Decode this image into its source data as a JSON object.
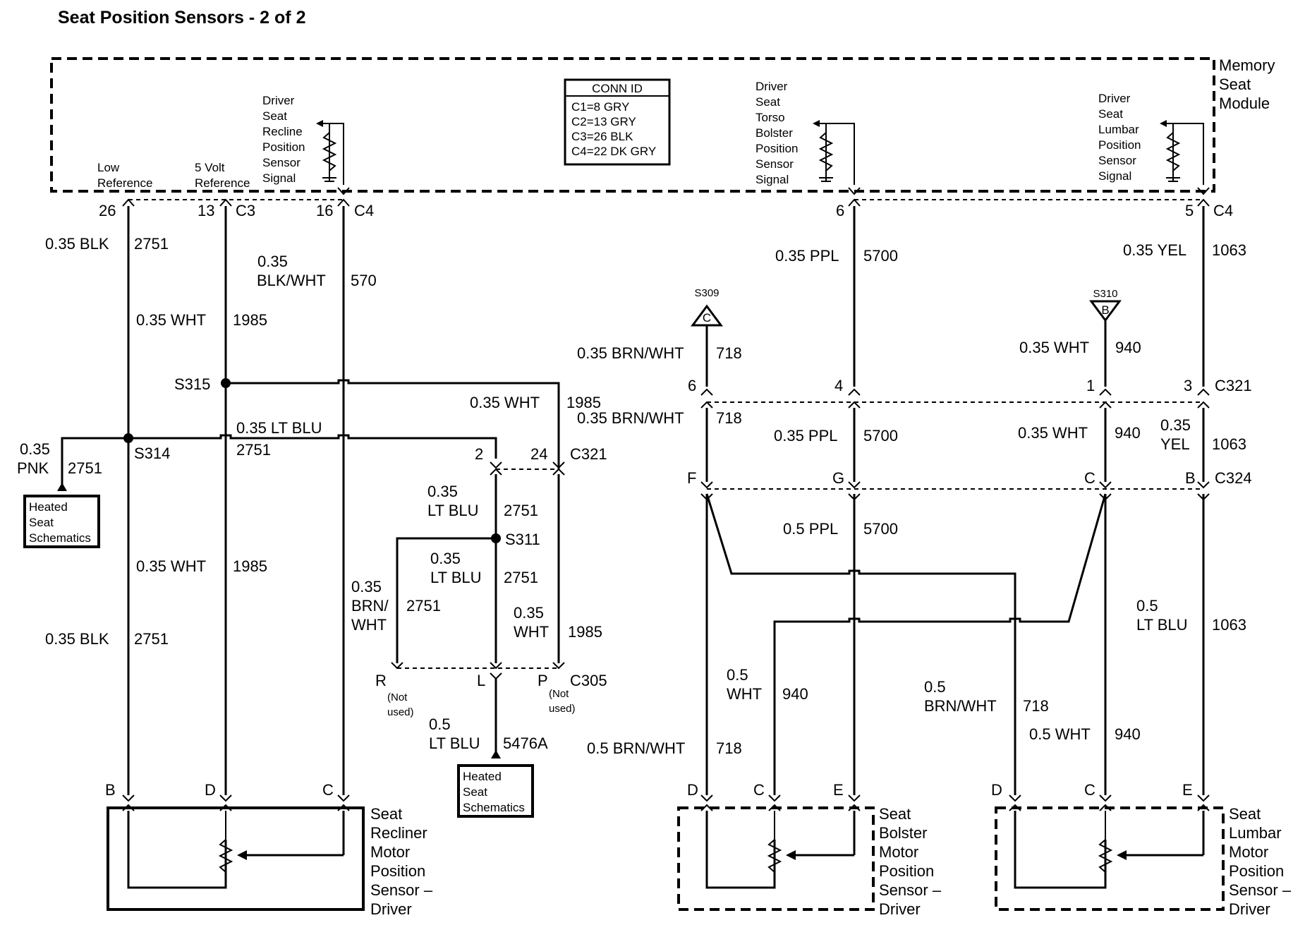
{
  "title": "Seat Position Sensors - 2 of 2",
  "module": {
    "name": [
      "Memory",
      "Seat",
      "Module"
    ],
    "signals": {
      "recline": [
        "Driver",
        "Seat",
        "Recline",
        "Position",
        "Sensor",
        "Signal"
      ],
      "torso": [
        "Driver",
        "Seat",
        "Torso",
        "Bolster",
        "Position",
        "Sensor",
        "Signal"
      ],
      "lumbar": [
        "Driver",
        "Seat",
        "Lumbar",
        "Position",
        "Sensor",
        "Signal"
      ]
    },
    "low_reference": [
      "Low",
      "Reference"
    ],
    "five_volt_reference": [
      "5 Volt",
      "Reference"
    ]
  },
  "conn_id": {
    "header": "CONN ID",
    "rows": [
      "C1=8 GRY",
      "C2=13 GRY",
      "C3=26 BLK",
      "C4=22 DK GRY"
    ]
  },
  "connectors": {
    "c3": "C3",
    "c4": "C4",
    "c321": "C321",
    "c324": "C324",
    "c305": "C305"
  },
  "pins": {
    "p26": "26",
    "p13": "13",
    "p16": "16",
    "p6": "6",
    "p5": "5",
    "c321_6": "6",
    "c321_4": "4",
    "c321_1": "1",
    "c321_3": "3",
    "c321_2": "2",
    "c321_24": "24",
    "c324_f": "F",
    "c324_g": "G",
    "c324_c": "C",
    "c324_b": "B",
    "c305_r": "R",
    "c305_l": "L",
    "c305_p": "P",
    "not_used": [
      "(Not",
      "used)"
    ],
    "rec_b": "B",
    "rec_d": "D",
    "rec_c": "C",
    "bol_d": "D",
    "bol_c": "C",
    "bol_e": "E",
    "lum_d": "D",
    "lum_c": "C",
    "lum_e": "E"
  },
  "splices": {
    "s315": "S315",
    "s314": "S314",
    "s311": "S311",
    "s309": "S309",
    "s309_letter": "C",
    "s310": "S310",
    "s310_letter": "B"
  },
  "wires": {
    "blk_2751_top": [
      "0.35 BLK",
      "2751"
    ],
    "blkwht_570": [
      "0.35",
      "BLK/WHT",
      "570"
    ],
    "wht_1985_top": [
      "0.35 WHT",
      "1985"
    ],
    "ltblu_2751_h": [
      "0.35 LT BLU",
      "2751"
    ],
    "pnk_2751": [
      "0.35",
      "PNK",
      "2751"
    ],
    "wht_1985_right": [
      "0.35 WHT",
      "1985"
    ],
    "ltblu_2751_a": [
      "0.35",
      "LT BLU",
      "2751"
    ],
    "ltblu_2751_b": [
      "0.35",
      "LT BLU",
      "2751"
    ],
    "brnwht_2751": [
      "0.35",
      "BRN/",
      "WHT",
      "2751"
    ],
    "wht_1985_c305": [
      "0.35",
      "WHT",
      "1985"
    ],
    "wht_1985_low": [
      "0.35 WHT",
      "1985"
    ],
    "blk_2751_low": [
      "0.35 BLK",
      "2751"
    ],
    "ltblu_5476a": [
      "0.5",
      "LT BLU",
      "5476A"
    ],
    "ppl_5700_top": [
      "0.35 PPL",
      "5700"
    ],
    "yel_1063_top": [
      "0.35 YEL",
      "1063"
    ],
    "brnwht_718_a": [
      "0.35 BRN/WHT",
      "718"
    ],
    "wht_940_a": [
      "0.35 WHT",
      "940"
    ],
    "brnwht_718_b": [
      "0.35 BRN/WHT",
      "718"
    ],
    "ppl_5700_mid": [
      "0.35 PPL",
      "5700"
    ],
    "wht_940_b": [
      "0.35 WHT",
      "940"
    ],
    "yel_1063_mid": [
      "0.35",
      "YEL",
      "1063"
    ],
    "ppl_5700_low": [
      "0.5 PPL",
      "5700"
    ],
    "ltblu_1063": [
      "0.5",
      "LT BLU",
      "1063"
    ],
    "wht_940_c": [
      "0.5",
      "WHT",
      "940"
    ],
    "brnwht_718_c": [
      "0.5",
      "BRN/WHT",
      "718"
    ],
    "wht_940_d": [
      "0.5 WHT",
      "940"
    ],
    "brnwht_718_d": [
      "0.5 BRN/WHT",
      "718"
    ]
  },
  "heated_seat_ref": [
    "Heated",
    "Seat",
    "Schematics"
  ],
  "components": {
    "recliner": [
      "Seat",
      "Recliner",
      "Motor",
      "Position",
      "Sensor –",
      "Driver"
    ],
    "bolster": [
      "Seat",
      "Bolster",
      "Motor",
      "Position",
      "Sensor –",
      "Driver"
    ],
    "lumbar": [
      "Seat",
      "Lumbar",
      "Motor",
      "Position",
      "Sensor –",
      "Driver"
    ]
  }
}
